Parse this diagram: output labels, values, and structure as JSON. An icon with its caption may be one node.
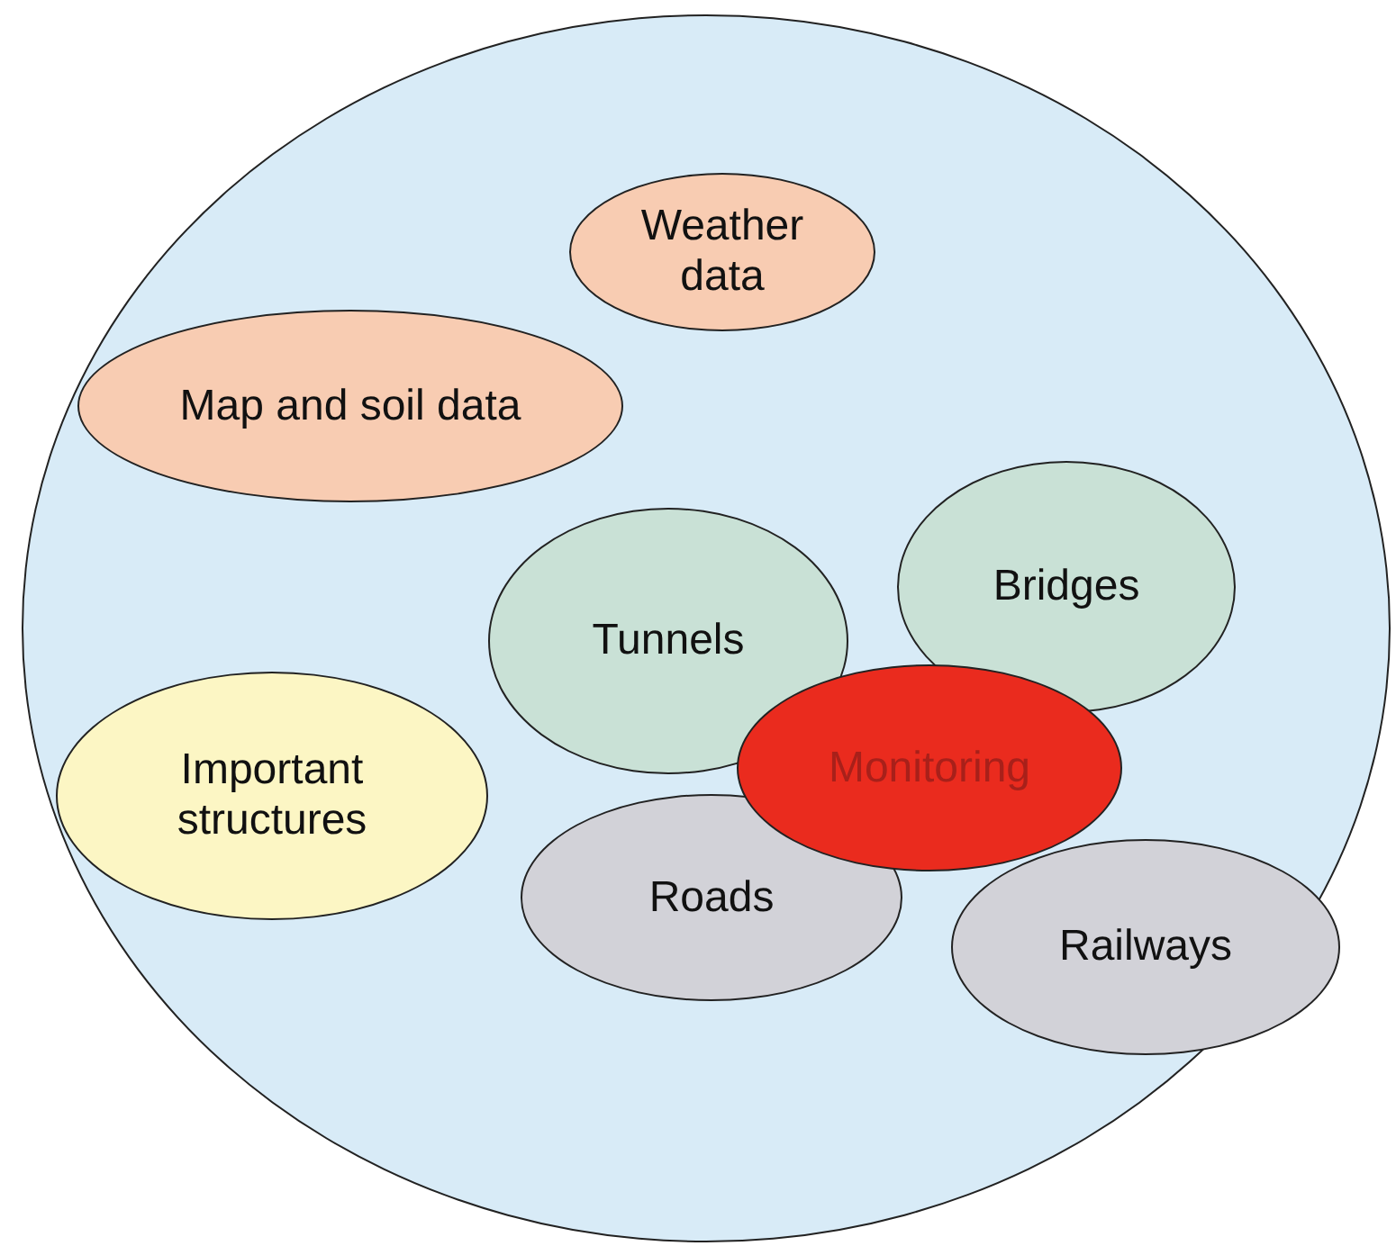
{
  "diagram": {
    "nodes": [
      {
        "text": [],
        "shape": "circle"
      },
      {
        "text": [
          "Weather data"
        ],
        "in": 0
      },
      {
        "text": [
          "Map and soil data"
        ],
        "in": 0
      },
      {
        "text": [
          "Bridges"
        ],
        "in": 0
      },
      {
        "text": [
          "Tunnels"
        ],
        "in": 0
      },
      {
        "text": [
          "Important structures"
        ],
        "in": 0
      },
      {
        "text": [
          "Monitoring"
        ],
        "in": 0
      },
      {
        "text": [
          "Roads"
        ],
        "in": 0
      },
      {
        "text": [
          "Railways"
        ],
        "in": 0
      }
    ]
  }
}
